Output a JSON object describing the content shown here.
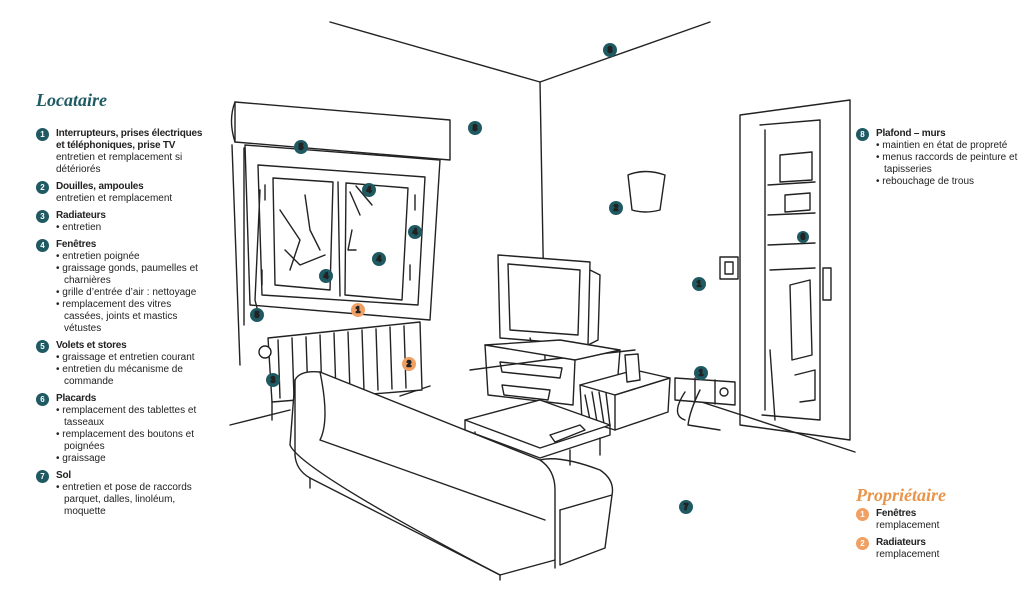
{
  "colors": {
    "teal": "#1f5a63",
    "orange": "#f0a063",
    "title_orange": "#e8954b"
  },
  "locataire": {
    "title": "Locataire",
    "items": [
      {
        "num": "1",
        "title": "Interrupteurs, prises électriques et téléphoniques, prise TV",
        "lines": [
          "entretien et remplacement si détériorés"
        ]
      },
      {
        "num": "2",
        "title": "Douilles, ampoules",
        "lines": [
          "entretien et remplacement"
        ]
      },
      {
        "num": "3",
        "title": "Radiateurs",
        "lines": [
          "entretien"
        ]
      },
      {
        "num": "4",
        "title": "Fenêtres",
        "lines": [
          "entretien poignée",
          "graissage gonds, paumelles et charnières",
          "grille d’entrée d’air : nettoyage",
          "remplacement des vitres cassées, joints et mastics vétustes"
        ]
      },
      {
        "num": "5",
        "title": "Volets et stores",
        "lines": [
          "graissage et entretien courant",
          "entretien du mécanisme de commande"
        ]
      },
      {
        "num": "6",
        "title": "Placards",
        "lines": [
          "remplacement des tablettes et tasseaux",
          "remplacement des boutons et poignées",
          "graissage"
        ]
      },
      {
        "num": "7",
        "title": "Sol",
        "lines": [
          "entretien et pose de raccords parquet, dalles, linoléum, moquette"
        ]
      }
    ]
  },
  "plafond": {
    "num": "8",
    "title": "Plafond – murs",
    "lines": [
      "maintien en état de propreté",
      "menus raccords de peinture et tapisseries",
      "rebouchage de trous"
    ]
  },
  "proprietaire": {
    "title": "Propriétaire",
    "items": [
      {
        "num": "1",
        "title": "Fenêtres",
        "lines": [
          "remplacement"
        ]
      },
      {
        "num": "2",
        "title": "Radiateurs",
        "lines": [
          "remplacement"
        ]
      }
    ]
  },
  "markers": {
    "m8_ceiling": "8",
    "m8_wall": "8",
    "m5_shutter": "5",
    "m4_a": "4",
    "m4_b": "4",
    "m4_c": "4",
    "m4_d": "4",
    "m5_b": "5",
    "m1_orange": "1",
    "m3": "3",
    "m2_lamp": "2",
    "m2_orange": "2",
    "m1_switch": "1",
    "m1_socket": "1",
    "m6": "6",
    "m7": "7"
  }
}
